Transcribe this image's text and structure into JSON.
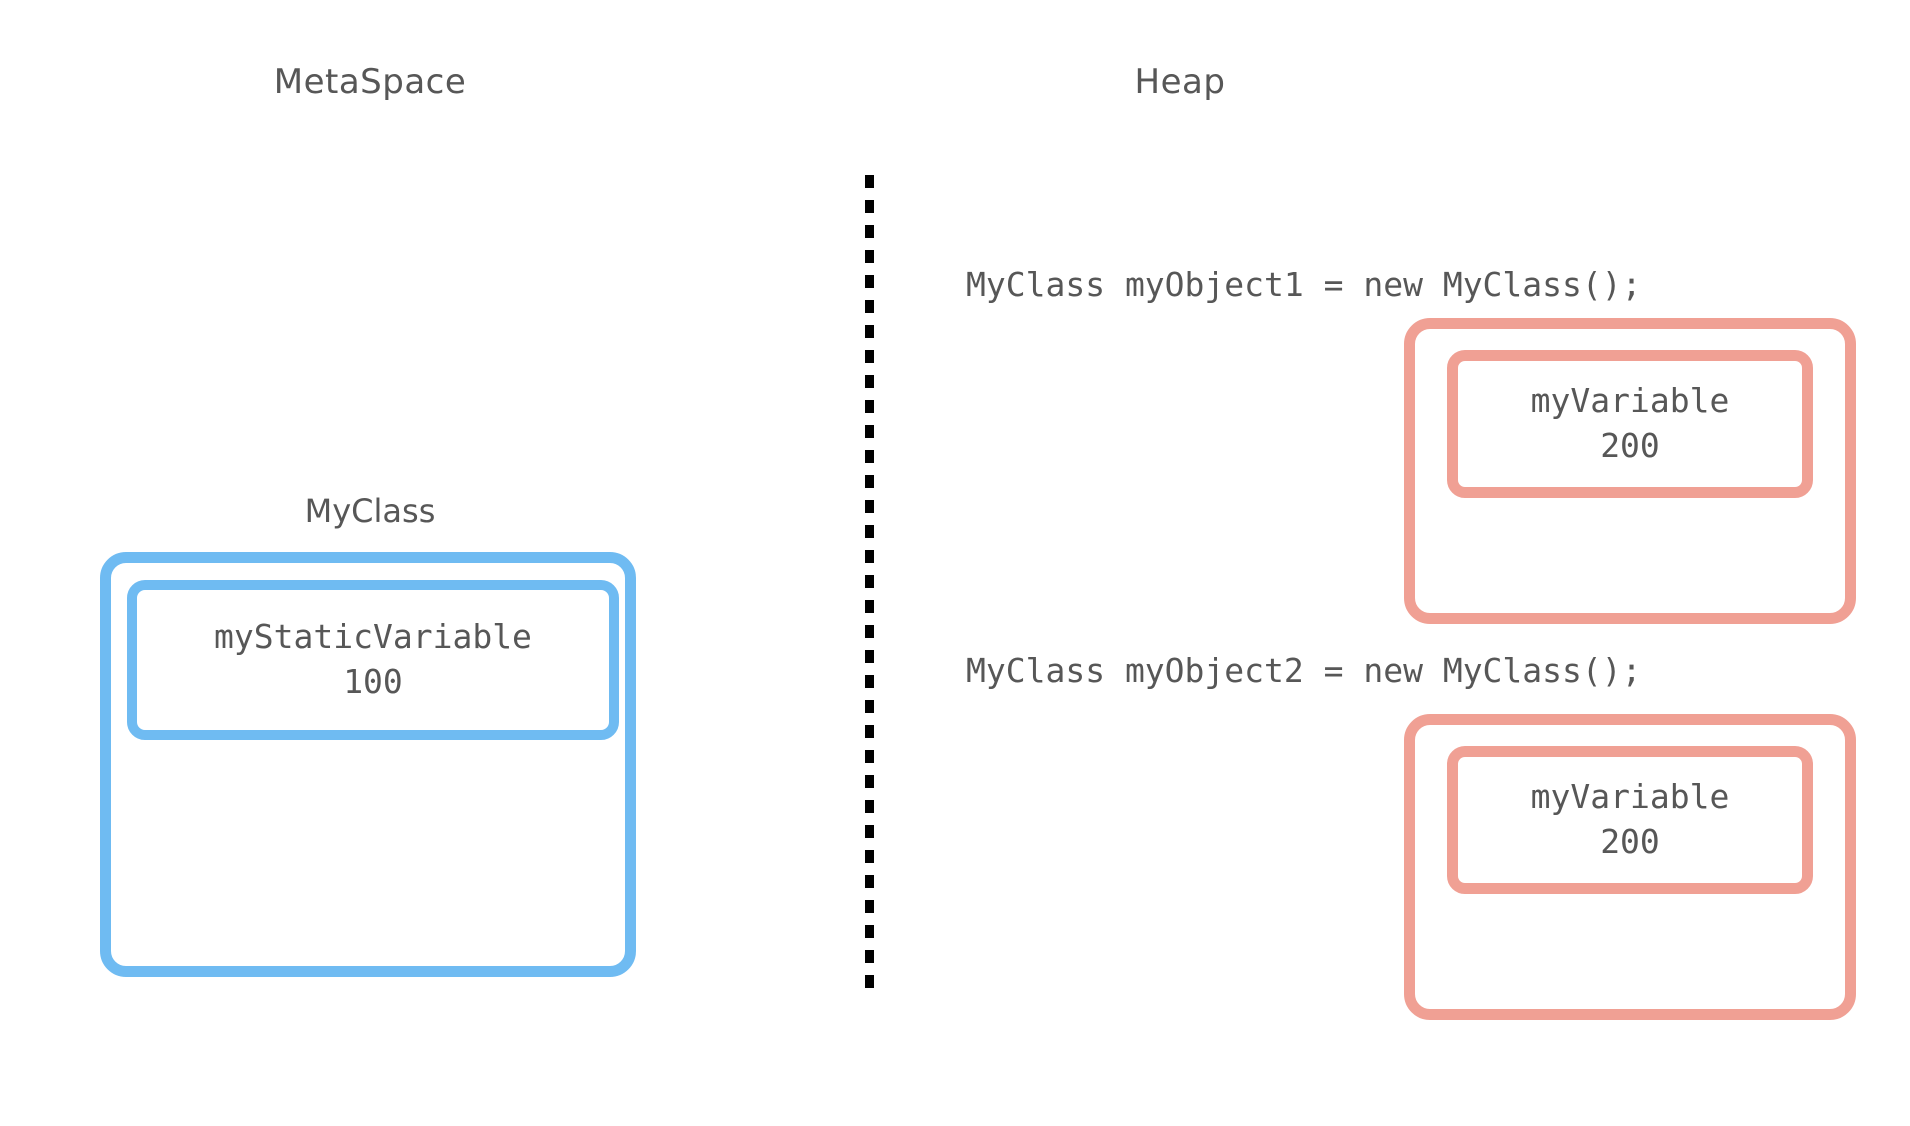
{
  "diagram": {
    "title_metaspace": "MetaSpace",
    "title_heap": "Heap",
    "divider": "vertical-dotted-line"
  },
  "metaspace": {
    "class_label": "MyClass",
    "static_variable": {
      "name": "myStaticVariable",
      "value": "100"
    }
  },
  "heap": {
    "objects": [
      {
        "code": "MyClass myObject1 = new MyClass();",
        "variable": {
          "name": "myVariable",
          "value": "200"
        }
      },
      {
        "code": "MyClass myObject2 = new MyClass();",
        "variable": {
          "name": "myVariable",
          "value": "200"
        }
      }
    ]
  },
  "colors": {
    "metaspace_border": "#6FBBF2",
    "heap_border": "#F0A094",
    "text": "#575757",
    "divider": "#000000",
    "background": "#FFFFFF"
  }
}
